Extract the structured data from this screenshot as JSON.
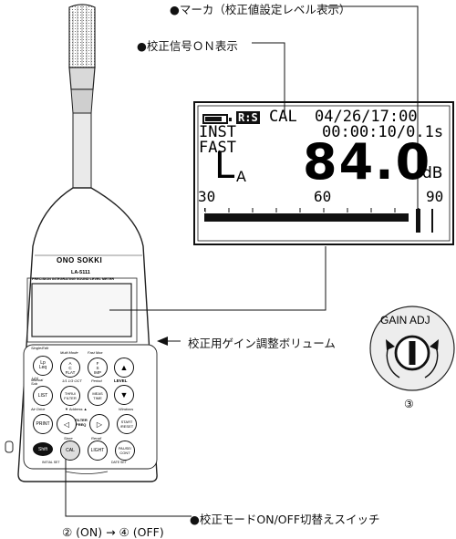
{
  "callouts": {
    "marker": "●マーカ（校正値設定レベル表示）",
    "cal_signal_on": "●校正信号ＯＮ表示",
    "gain_volume": "校正用ゲイン調整ボリューム",
    "cal_mode_switch": "●校正モードON/OFF切替えスイッチ",
    "switch_positions": "② (ON) → ④ (OFF)"
  },
  "display": {
    "battery_label": "R:S",
    "cal_label": "CAL",
    "date_time": "04/26/17:00",
    "mode_inst": "INST",
    "elapsed": "00:00:10/0.1s",
    "mode_fast": "FAST",
    "level_symbol": "L",
    "level_subscript": "A",
    "value": "84.0",
    "unit": "dB",
    "scale": [
      "30",
      "60",
      "90"
    ],
    "bar_level_fraction": 0.95
  },
  "device": {
    "brand": "ONO SOKKI",
    "model": "LA-5111",
    "description": "PRECISION INTEGRATING SOUND LEVEL METER",
    "buttons": [
      {
        "id": "lp-leq",
        "top": "Single/Edit",
        "main": "Lp\nLeq",
        "sub": "L(n)"
      },
      {
        "id": "a-c-flat",
        "top": "Multi Mode",
        "main": "A\nC\nFLAT",
        "sub": ""
      },
      {
        "id": "f-s-imp",
        "top": "Fast Max",
        "main": "F\nS\nIMP",
        "sub": ""
      },
      {
        "id": "list",
        "top": "Manual\nSub",
        "main": "LIST",
        "sub": ""
      },
      {
        "id": "thru-filter",
        "top": "1/1 1/3 OCT",
        "main": "THRU/\nFILTER",
        "sub": ""
      },
      {
        "id": "meas-time",
        "top": "Period",
        "main": "MEAS\nTIME",
        "sub": ""
      },
      {
        "id": "print",
        "top": "Air Drive",
        "main": "PRINT",
        "sub": ""
      },
      {
        "id": "start-reset",
        "top": "Windows",
        "main": "START\n/RESET",
        "sub": ""
      },
      {
        "id": "shift",
        "top": "",
        "main": "Shift",
        "sub": ""
      },
      {
        "id": "cal",
        "top": "Store",
        "main": "CAL",
        "sub": ""
      },
      {
        "id": "light",
        "top": "Recall",
        "main": "LIGHT",
        "sub": ""
      },
      {
        "id": "pause-cont",
        "top": "",
        "main": "PAUSE/\nCONT",
        "sub": ""
      }
    ],
    "level_label": "LEVEL",
    "filter_label": "FILTER\nFREQ",
    "address_label": "▼ Address ▲",
    "initial_set": "INITIAL SET",
    "date_set": "DATE SET"
  },
  "gain_adj": {
    "label": "GAIN ADJ",
    "number": "③"
  }
}
